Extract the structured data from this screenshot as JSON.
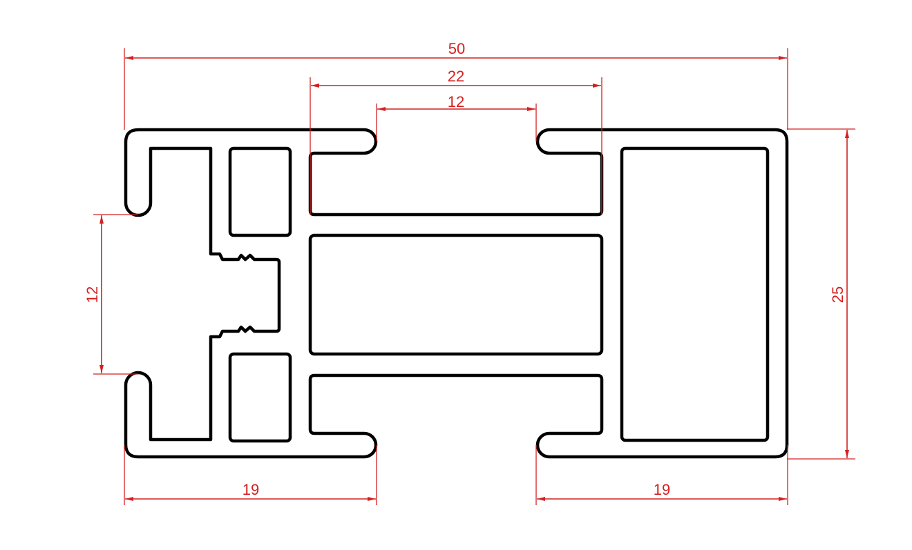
{
  "drawing": {
    "line_color": "#000000",
    "dimension_color": "#d42020",
    "dimensions": {
      "overall_width": "50",
      "center_slot_outer": "22",
      "center_slot_opening": "12",
      "left_slot_opening": "12",
      "overall_height": "25",
      "bottom_left_width": "19",
      "bottom_right_width": "19"
    }
  }
}
